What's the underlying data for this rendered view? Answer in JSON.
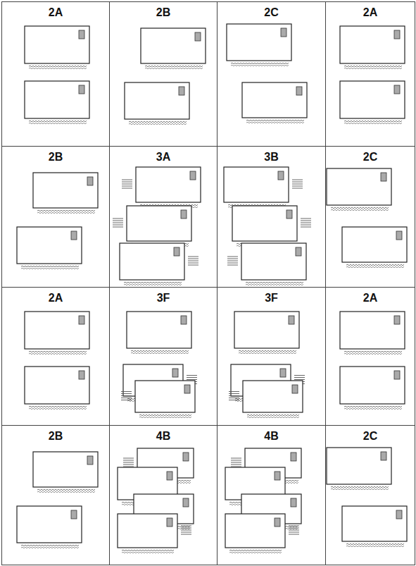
{
  "diagram": {
    "nodes": [
      {
        "text": [
          "2A"
        ]
      },
      {
        "text": [
          "2B"
        ]
      },
      {
        "text": [
          "2C"
        ]
      },
      {
        "text": [
          "2A"
        ]
      },
      {
        "text": [
          "2B"
        ]
      },
      {
        "text": [
          "3A"
        ]
      },
      {
        "text": [
          "3B"
        ]
      },
      {
        "text": [
          "2C"
        ]
      },
      {
        "text": [
          "2A"
        ]
      },
      {
        "text": [
          "3F"
        ]
      },
      {
        "text": [
          "3F"
        ]
      },
      {
        "text": [
          "2A"
        ]
      },
      {
        "text": [
          "2B"
        ]
      },
      {
        "text": [
          "4B"
        ]
      },
      {
        "text": [
          "4B"
        ]
      },
      {
        "text": [
          "2C"
        ]
      }
    ]
  }
}
